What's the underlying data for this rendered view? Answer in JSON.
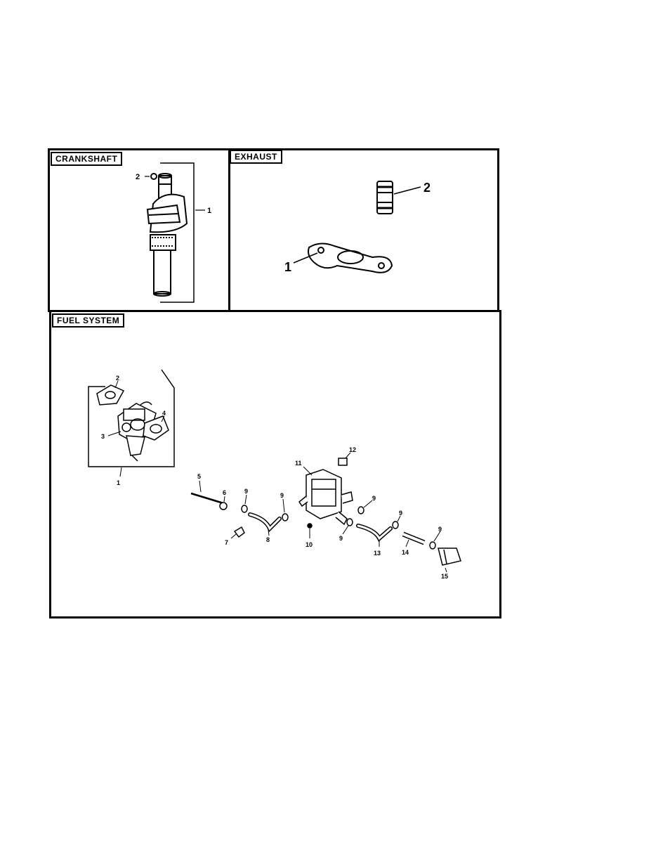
{
  "sections": {
    "crankshaft": {
      "title": "CRANKSHAFT",
      "callouts": [
        "1",
        "2"
      ]
    },
    "exhaust": {
      "title": "EXHAUST",
      "callouts": [
        "1",
        "2"
      ]
    },
    "fuel_system": {
      "title": "FUEL SYSTEM",
      "callouts": [
        "1",
        "2",
        "3",
        "4",
        "5",
        "6",
        "7",
        "8",
        "9",
        "9",
        "9",
        "9",
        "9",
        "9",
        "10",
        "11",
        "12",
        "13",
        "14",
        "15"
      ]
    }
  }
}
